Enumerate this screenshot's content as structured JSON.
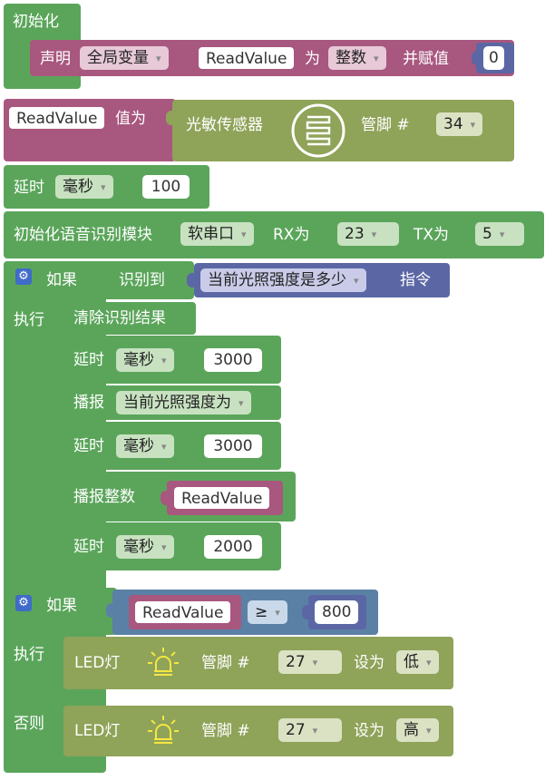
{
  "colors": {
    "green": "#5ba55b",
    "olive": "#8fa359",
    "magenta": "#a8577f",
    "blue_purple": "#5b67a5",
    "steel": "#5b80a5"
  },
  "init": {
    "hat_label": "初始化",
    "declare": {
      "label": "声明",
      "scope": "全局变量",
      "var": "ReadValue",
      "as": "为",
      "type": "整数",
      "assign": "并赋值",
      "value": "0"
    }
  },
  "assign_block": {
    "var": "ReadValue",
    "value_label": "值为",
    "sensor_label": "光敏传感器",
    "sensor_icon": "light-sensor-icon",
    "pin_label": "管脚 #",
    "pin": "34"
  },
  "delay1": {
    "label": "延时",
    "unit": "毫秒",
    "value": "100"
  },
  "voice_init": {
    "label": "初始化语音识别模块",
    "port": "软串口",
    "rx_label": "RX为",
    "rx": "23",
    "tx_label": "TX为",
    "tx": "5"
  },
  "if1": {
    "if_label": "如果",
    "recognized_label": "识别到",
    "command": "当前光照强度是多少",
    "command_suffix": "指令",
    "do_label": "执行",
    "statements": {
      "clear": "清除识别结果",
      "delay_a": {
        "label": "延时",
        "unit": "毫秒",
        "value": "3000"
      },
      "speak": {
        "label": "播报",
        "phrase": "当前光照强度为"
      },
      "delay_b": {
        "label": "延时",
        "unit": "毫秒",
        "value": "3000"
      },
      "speak_int": {
        "label": "播报整数",
        "var": "ReadValue"
      },
      "delay_c": {
        "label": "延时",
        "unit": "毫秒",
        "value": "2000"
      }
    }
  },
  "if2": {
    "if_label": "如果",
    "var": "ReadValue",
    "op": "≥",
    "value": "800",
    "do_label": "执行",
    "else_label": "否则",
    "led_on": {
      "label": "LED灯",
      "pin_label": "管脚 #",
      "pin": "27",
      "set_label": "设为",
      "state": "低"
    },
    "led_off": {
      "label": "LED灯",
      "pin_label": "管脚 #",
      "pin": "27",
      "set_label": "设为",
      "state": "高"
    }
  }
}
